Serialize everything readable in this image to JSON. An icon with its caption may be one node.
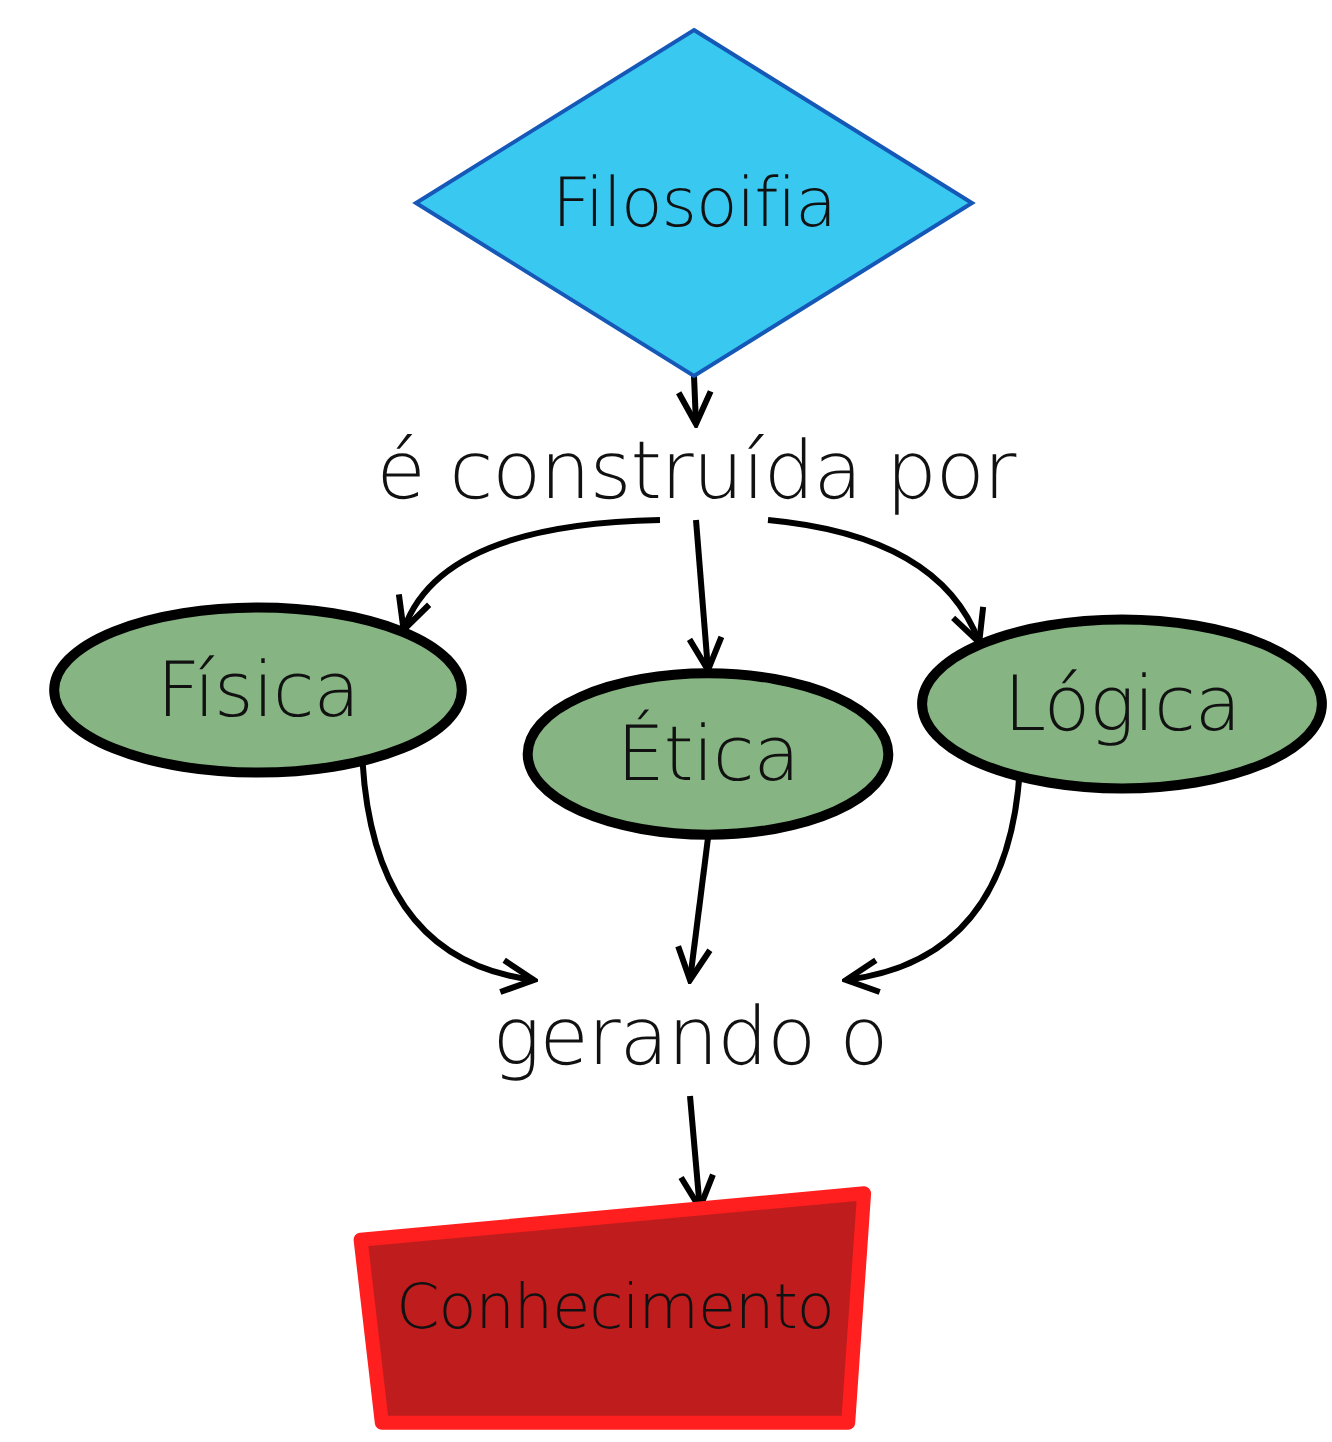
{
  "diagram": {
    "nodes": [
      {
        "text": [
          "Filosoifia"
        ]
      },
      {
        "text": [
          "é construída por"
        ]
      },
      {
        "text": [
          "Física"
        ]
      },
      {
        "text": [
          "Ética"
        ]
      },
      {
        "text": [
          "Lógica"
        ]
      },
      {
        "text": [
          "gerando o"
        ]
      },
      {
        "text": [
          "Conhecimento"
        ]
      }
    ],
    "edges": [
      {
        "from": 0,
        "to": 1,
        "arrow": "to"
      },
      {
        "from": 1,
        "to": 2,
        "arrow": "to"
      },
      {
        "from": 1,
        "to": 3,
        "arrow": "to"
      },
      {
        "from": 1,
        "to": 4,
        "arrow": "to"
      },
      {
        "from": 2,
        "to": 5,
        "arrow": "to"
      },
      {
        "from": 3,
        "to": 5,
        "arrow": "to"
      },
      {
        "from": 4,
        "to": 5,
        "arrow": "to"
      },
      {
        "from": 5,
        "to": 6,
        "arrow": "to"
      }
    ]
  }
}
